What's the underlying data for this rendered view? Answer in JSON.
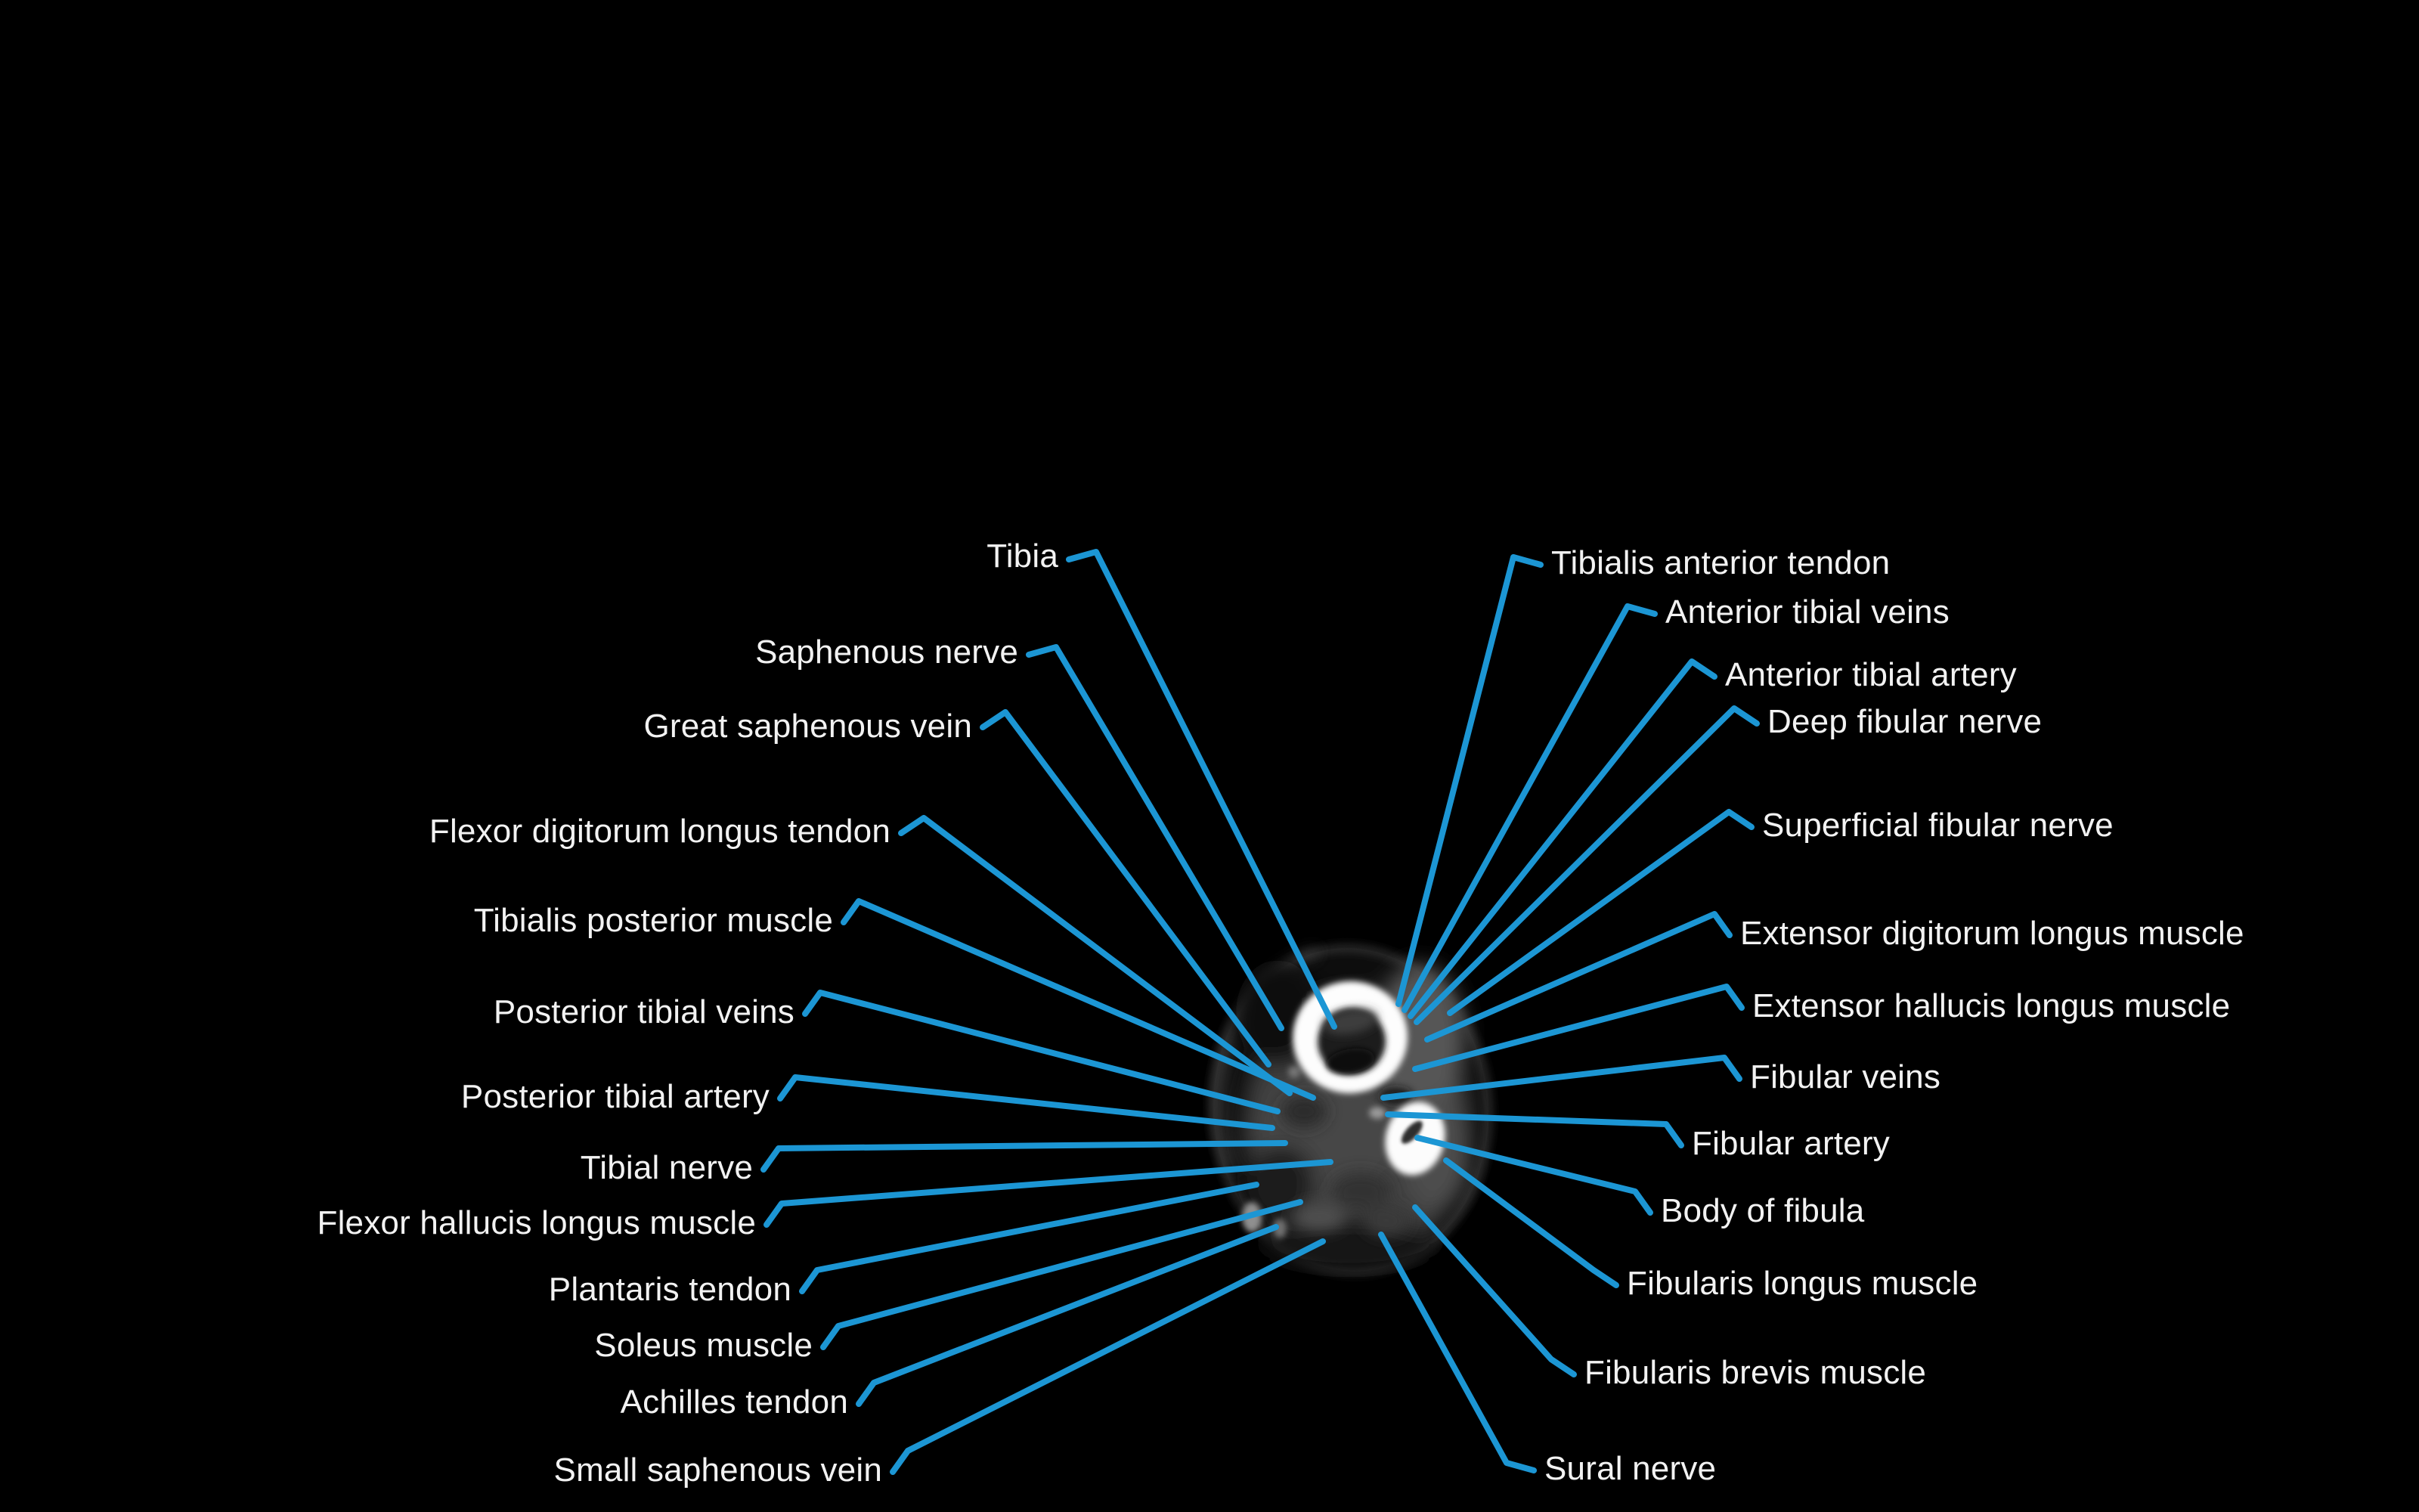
{
  "colors": {
    "background": "#000000",
    "leader_line": "#1c96d4",
    "label_text": "#f2f2f2",
    "bone": "#fdfdfd"
  },
  "labels": {
    "left": [
      {
        "text": "Tibia"
      },
      {
        "text": "Saphenous nerve"
      },
      {
        "text": "Great saphenous vein"
      },
      {
        "text": "Flexor digitorum longus tendon"
      },
      {
        "text": "Tibialis posterior muscle"
      },
      {
        "text": "Posterior tibial veins"
      },
      {
        "text": "Posterior tibial artery"
      },
      {
        "text": "Tibial nerve"
      },
      {
        "text": "Flexor hallucis longus muscle"
      },
      {
        "text": "Plantaris tendon"
      },
      {
        "text": "Soleus muscle"
      },
      {
        "text": "Achilles tendon"
      },
      {
        "text": "Small saphenous vein"
      }
    ],
    "right": [
      {
        "text": "Tibialis anterior tendon"
      },
      {
        "text": "Anterior tibial veins"
      },
      {
        "text": "Anterior tibial artery"
      },
      {
        "text": "Deep fibular nerve"
      },
      {
        "text": "Superficial fibular nerve"
      },
      {
        "text": "Extensor digitorum longus muscle"
      },
      {
        "text": "Extensor hallucis longus muscle"
      },
      {
        "text": "Fibular veins"
      },
      {
        "text": "Fibular artery"
      },
      {
        "text": "Body of fibula"
      },
      {
        "text": "Fibularis longus muscle"
      },
      {
        "text": "Fibularis brevis muscle"
      },
      {
        "text": "Sural nerve"
      }
    ]
  }
}
